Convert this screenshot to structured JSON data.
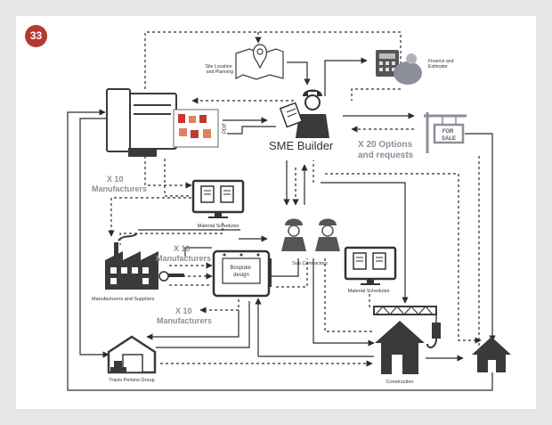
{
  "badge": {
    "number": "33",
    "color": "#b23a33"
  },
  "labels": {
    "site_location": [
      "Site Location",
      "and Planning"
    ],
    "finance": [
      "Finance and",
      "Estimator"
    ],
    "pdf": "PDF",
    "sme_builder": "SME Builder",
    "options_count": "X 20",
    "options_word": " Options",
    "options_line2": "and requests",
    "for_sale": [
      "FOR",
      "SALE"
    ],
    "x10_top": "X 10",
    "manufacturers_top": "Manufacturers",
    "material_schedules_1": "Material Schedules",
    "x10_mid": "X 10",
    "manufacturers_mid": "Manufacturers",
    "manufacturers_suppliers": "Manufacturers and Suppliers",
    "bospoke_design": [
      "Bospoke",
      "design"
    ],
    "sub_contractors": "Sub Contractors",
    "material_schedules_2": "Material Schedules",
    "x10_bottom": "X 10",
    "manufacturers_bottom": "Manufacturers",
    "travis_perkins": "Travis Perkins Group",
    "construction": "Construction"
  },
  "colors": {
    "line": "#2c2c2c",
    "icon": "#3a3a3a",
    "accent_gray": "#8a8f98",
    "doc_red": "#c0392b"
  }
}
